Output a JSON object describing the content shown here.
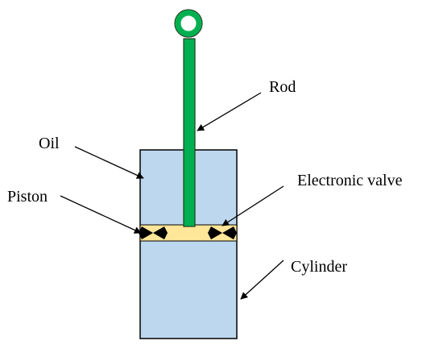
{
  "labels": {
    "rod": "Rod",
    "oil": "Oil",
    "piston": "Piston",
    "electronic_valve": "Electronic valve",
    "cylinder": "Cylinder"
  },
  "colors": {
    "oil_fill": "#BDD7EE",
    "cylinder_stroke": "#000000",
    "rod_fill": "#00B050",
    "rod_stroke": "#1F3D1F",
    "piston_fill": "#FFE699",
    "valve_fill": "#000000",
    "arrow": "#000000"
  }
}
